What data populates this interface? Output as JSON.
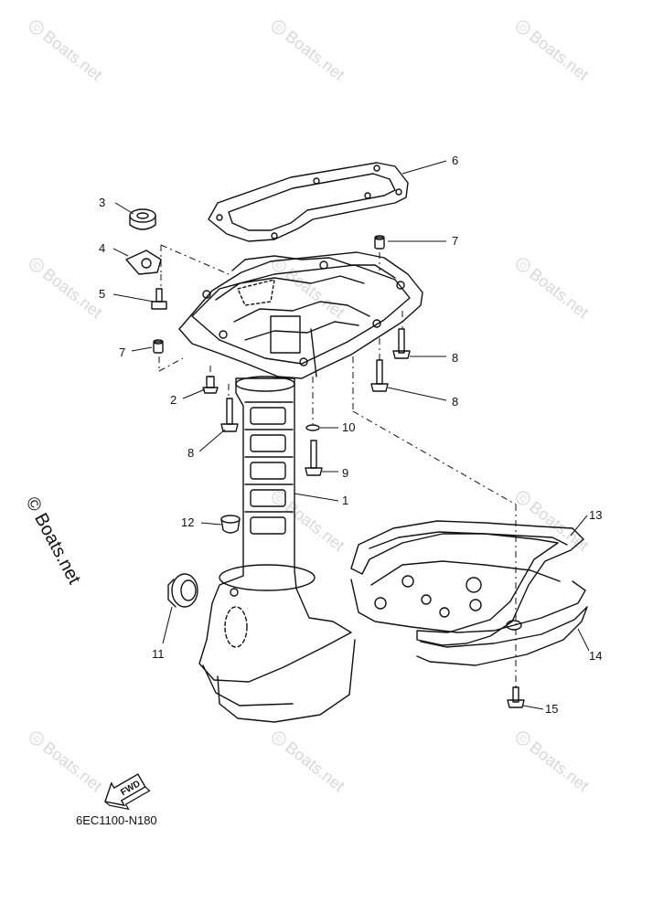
{
  "watermark": {
    "text": "Boats.net",
    "symbol": "©"
  },
  "side_mark": {
    "text": "© Boats.net"
  },
  "diagram_code": "6EC1100-N180",
  "fwd_label": "FWD",
  "callouts": {
    "p1": "1",
    "p2": "2",
    "p3": "3",
    "p4": "4",
    "p5": "5",
    "p6": "6",
    "p7a": "7",
    "p7b": "7",
    "p8a": "8",
    "p8b": "8",
    "p8c": "8",
    "p9": "9",
    "p10": "10",
    "p11": "11",
    "p12": "12",
    "p13": "13",
    "p14": "14",
    "p15": "15"
  }
}
